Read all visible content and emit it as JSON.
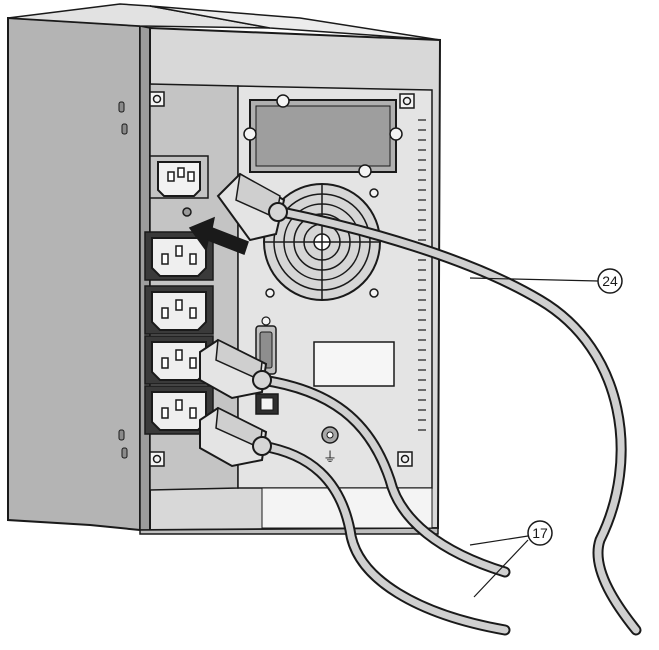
{
  "callouts": [
    {
      "id": "callout-24",
      "number": "24",
      "target": "input-power-cable"
    },
    {
      "id": "callout-17",
      "number": "17",
      "target": "output-power-cables"
    }
  ],
  "symbols": {
    "ground": "⏚"
  },
  "colors": {
    "outline": "#1a1a1a",
    "side_panel": "#b8b8b8",
    "side_panel_dark": "#9a9a9a",
    "rear_panel": "#dcdcdc",
    "rear_inner": "#c9c9c9",
    "cover": "#efefef",
    "cable": "#d0d0d0",
    "socket": "#f2f2f2"
  },
  "icons": [
    "input-socket-icon",
    "output-socket-icon",
    "fan-grille-icon",
    "arrow-icon",
    "usb-port-icon",
    "serial-port-icon",
    "ground-icon"
  ]
}
